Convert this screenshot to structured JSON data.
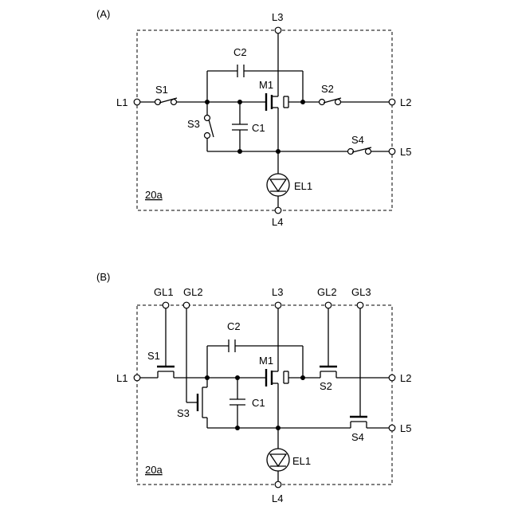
{
  "diagram_a": {
    "panel_label": "(A)",
    "block_label": "20a",
    "terminals": {
      "l1": "L1",
      "l2": "L2",
      "l3": "L3",
      "l4": "L4",
      "l5": "L5"
    },
    "components": {
      "s1": "S1",
      "s2": "S2",
      "s3": "S3",
      "s4": "S4",
      "c1": "C1",
      "c2": "C2",
      "m1": "M1",
      "el1": "EL1"
    }
  },
  "diagram_b": {
    "panel_label": "(B)",
    "block_label": "20a",
    "terminals": {
      "l1": "L1",
      "l2": "L2",
      "l3": "L3",
      "l4": "L4",
      "l5": "L5"
    },
    "gate_lines": {
      "gl1": "GL1",
      "gl2_left": "GL2",
      "gl2_right": "GL2",
      "gl3": "GL3"
    },
    "components": {
      "s1": "S1",
      "s2": "S2",
      "s3": "S3",
      "s4": "S4",
      "c1": "C1",
      "c2": "C2",
      "m1": "M1",
      "el1": "EL1"
    }
  }
}
